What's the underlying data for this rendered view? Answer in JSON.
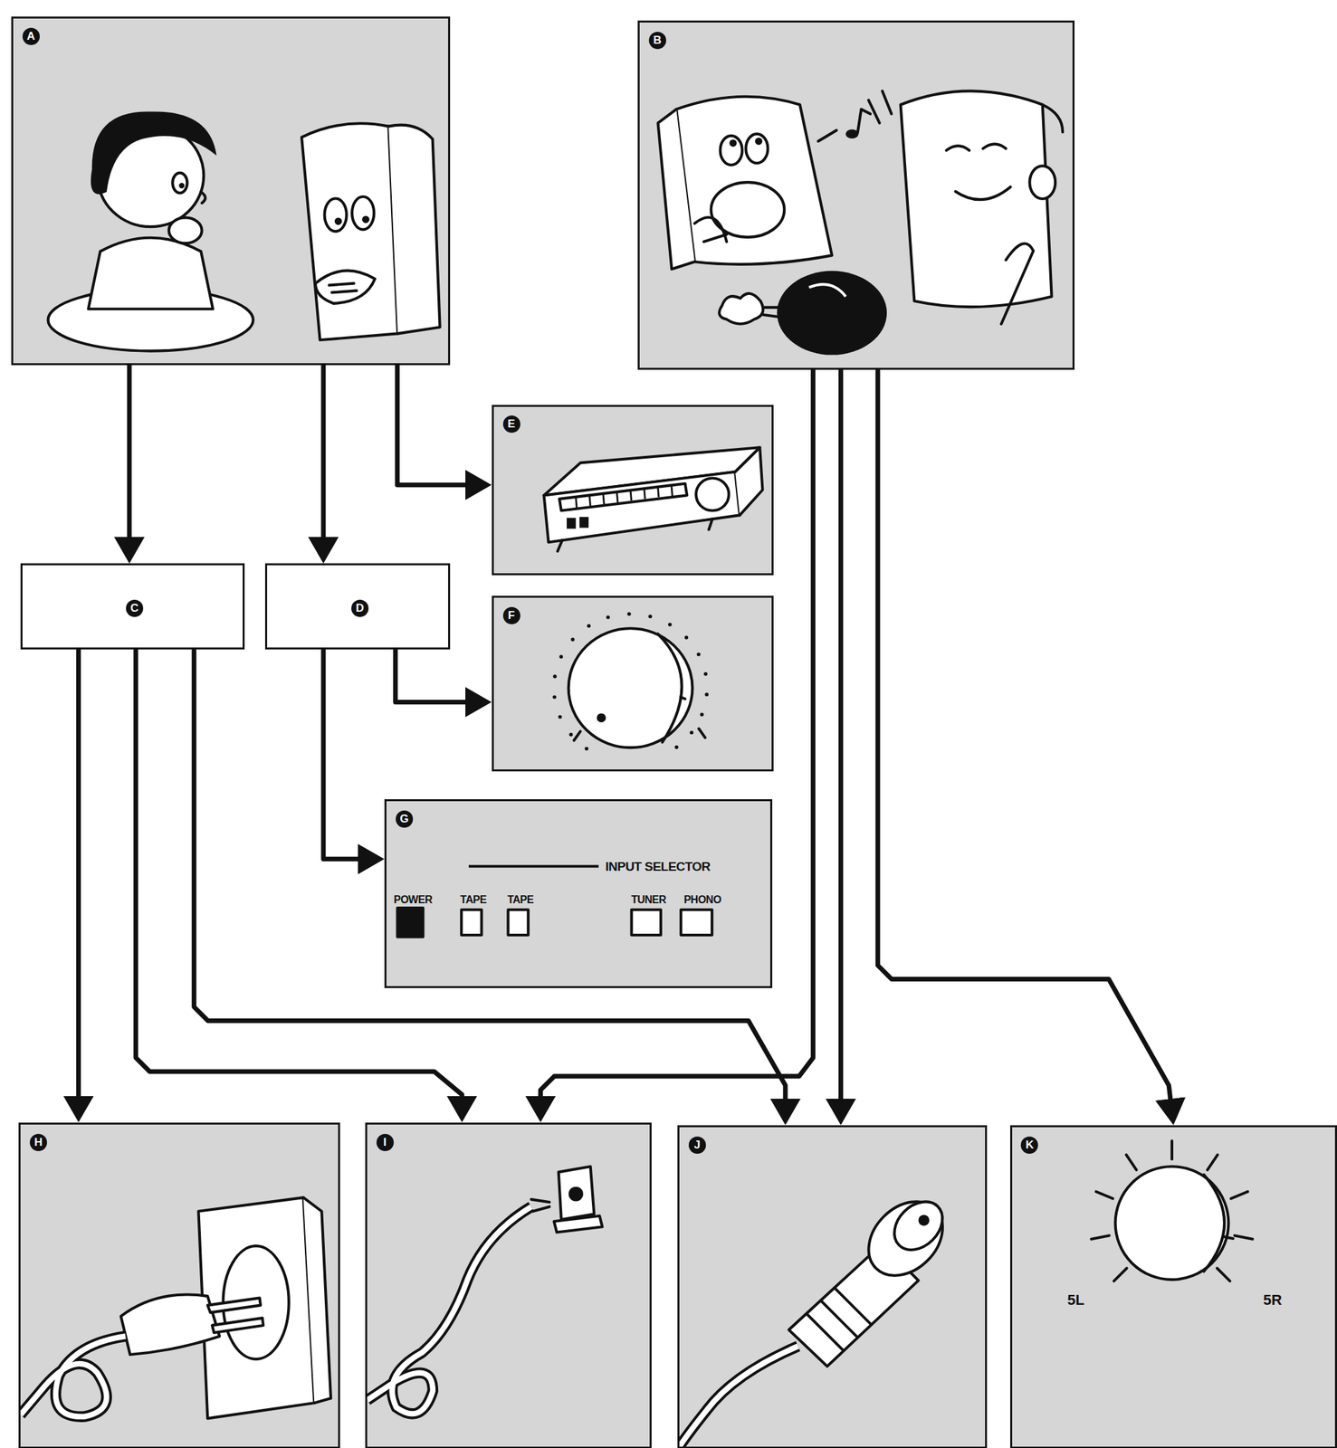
{
  "diagram": {
    "nodes": [
      {
        "text": [
          "A"
        ]
      },
      {
        "text": [
          "B"
        ]
      },
      {
        "text": [
          "E"
        ]
      },
      {
        "text": [
          "C"
        ]
      },
      {
        "text": [
          "D"
        ]
      },
      {
        "text": [
          "F"
        ]
      },
      {
        "text": [
          "G",
          "INPUT SELECTOR",
          "POWER",
          "TAPE",
          "TAPE",
          "TUNER",
          "PHONO"
        ]
      },
      {
        "text": [
          "H"
        ]
      },
      {
        "text": [
          "I"
        ]
      },
      {
        "text": [
          "J"
        ]
      },
      {
        "text": [
          "K",
          "5L",
          "5R"
        ]
      }
    ],
    "edges": [
      {
        "from": 0,
        "to": 3,
        "arrow": "to"
      },
      {
        "from": 0,
        "to": 4,
        "arrow": "to"
      },
      {
        "from": 0,
        "to": 2,
        "arrow": "to"
      },
      {
        "from": 1,
        "to": 8,
        "arrow": "to"
      },
      {
        "from": 1,
        "to": 9,
        "arrow": "to"
      },
      {
        "from": 1,
        "to": 10,
        "arrow": "to"
      },
      {
        "from": 3,
        "to": 7,
        "arrow": "to"
      },
      {
        "from": 3,
        "to": 8,
        "arrow": "to"
      },
      {
        "from": 3,
        "to": 9,
        "arrow": "to"
      },
      {
        "from": 4,
        "to": 5,
        "arrow": "to"
      },
      {
        "from": 4,
        "to": 6,
        "arrow": "to"
      }
    ]
  }
}
